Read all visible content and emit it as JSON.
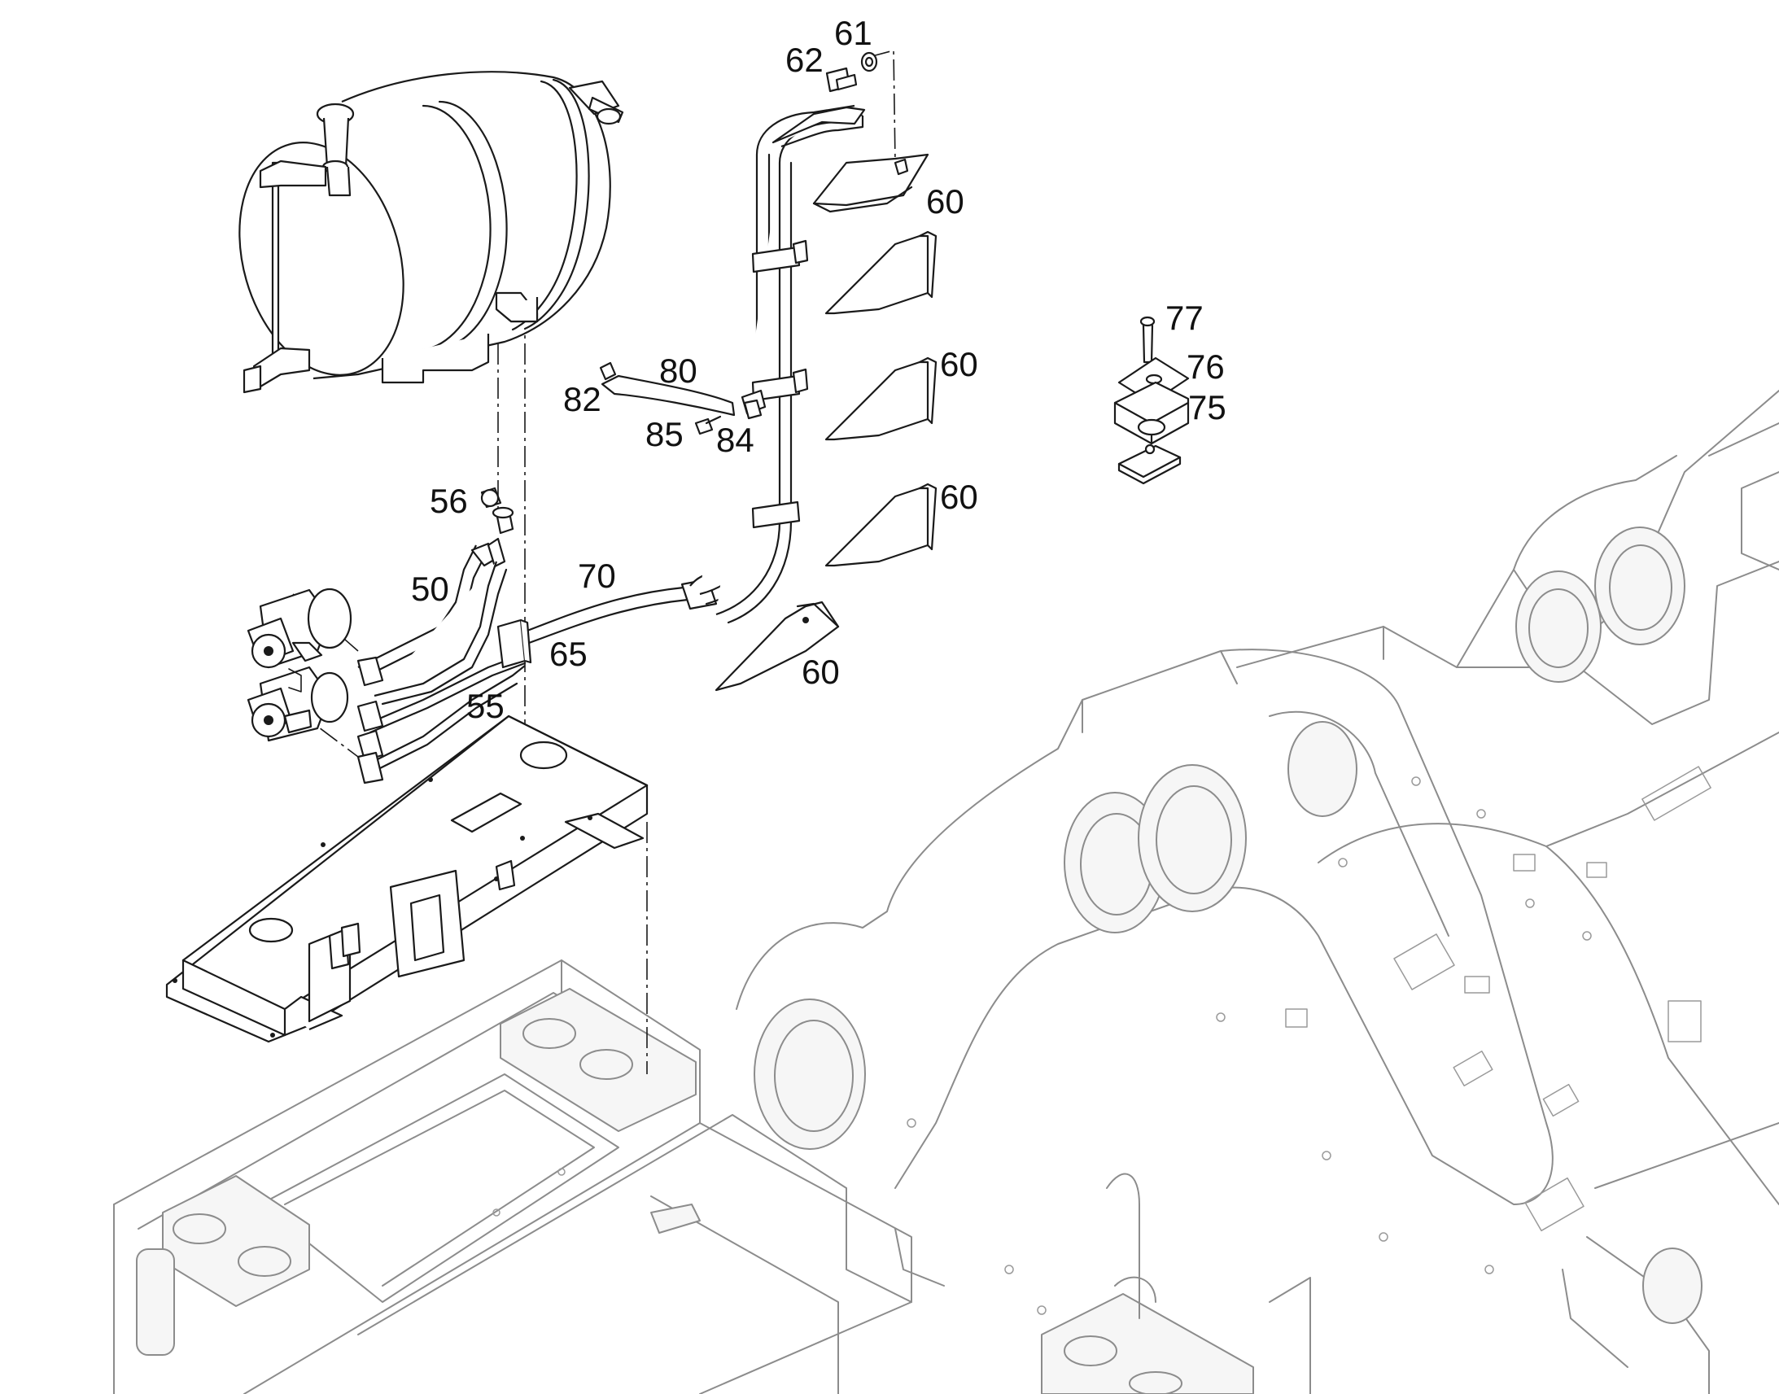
{
  "part_labels": {
    "p50": "50",
    "p55": "55",
    "p56": "56",
    "p60a": "60",
    "p60b": "60",
    "p60c": "60",
    "p60d": "60",
    "p61": "61",
    "p62": "62",
    "p65": "65",
    "p70": "70",
    "p75": "75",
    "p76": "76",
    "p77": "77",
    "p80": "80",
    "p82": "82",
    "p84": "84",
    "p85": "85"
  },
  "colors": {
    "line": "#1a1a1a",
    "ghost_frame": "#8c8c8c",
    "background": "#ffffff"
  }
}
